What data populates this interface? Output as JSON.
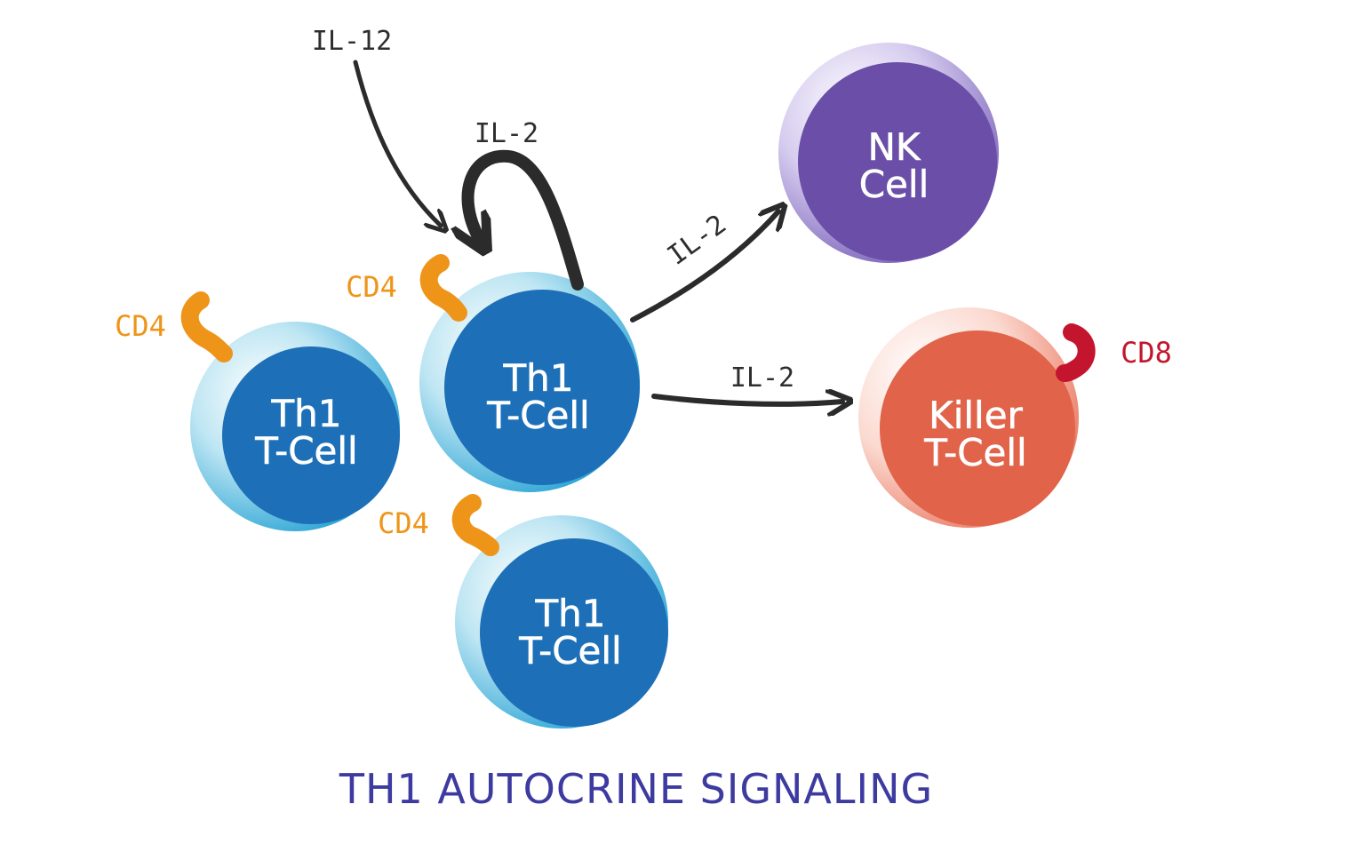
{
  "caption": "TH1 AUTOCRINE SIGNALING",
  "colors": {
    "th1_cell": "#1d70b8",
    "th1_ring": "#29a6d6",
    "nk_cell": "#6a4ea8",
    "nk_ring": "#8c78c8",
    "killer_cell": "#e0634a",
    "killer_ring": "#f3b5a6",
    "cd4": "#ee9519",
    "cd8": "#c4152e",
    "caption": "#3d3aa0",
    "arrow": "#2b2b2b"
  },
  "cells": {
    "th1_left": {
      "line1": "Th1",
      "line2": "T-Cell"
    },
    "th1_center": {
      "line1": "Th1",
      "line2": "T-Cell"
    },
    "th1_bottom": {
      "line1": "Th1",
      "line2": "T-Cell"
    },
    "nk": {
      "line1": "NK",
      "line2": "Cell"
    },
    "killer": {
      "line1": "Killer",
      "line2": "T-Cell"
    }
  },
  "markers": {
    "cd4_left": "CD4",
    "cd4_center": "CD4",
    "cd4_bottom": "CD4",
    "cd8": "CD8"
  },
  "signals": {
    "il12": "IL-12",
    "il2_autocrine": "IL-2",
    "il2_to_nk": "IL-2",
    "il2_to_killer": "IL-2"
  }
}
